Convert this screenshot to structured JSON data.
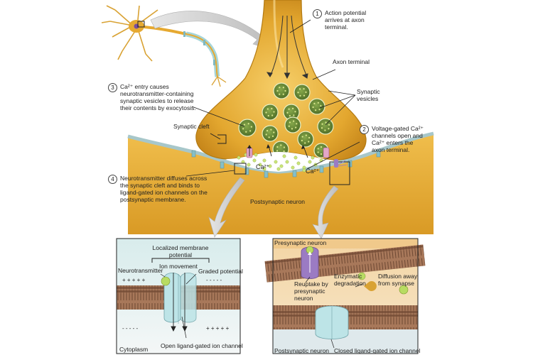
{
  "step1": {
    "number": "1",
    "lines": [
      "Action potential",
      "arrives at axon",
      "terminal."
    ]
  },
  "axon_terminal": "Axon terminal",
  "synaptic_vesicles": {
    "lines": [
      "Synaptic",
      "vesicles"
    ]
  },
  "step2": {
    "number": "2",
    "lines": [
      "Voltage-gated Ca²⁺",
      "channels open and",
      "Ca²⁺ enters the",
      "axon terminal."
    ]
  },
  "step3": {
    "number": "3",
    "lines": [
      "Ca²⁺ entry causes",
      "neurotransmitter-containing",
      "synaptic vesicles to release",
      "their contents by exocytosis."
    ]
  },
  "synaptic_cleft": "Synaptic cleft",
  "step4": {
    "number": "4",
    "lines": [
      "Neurotransmitter diffuses across",
      "the synaptic cleft and binds to",
      "ligand-gated ion channels on the",
      "postsynaptic membrane."
    ]
  },
  "ca_left": "Ca²⁺",
  "ca_right": "Ca²⁺",
  "postsynaptic_neuron": "Postsynaptic neuron",
  "left_panel": {
    "localized": [
      "Localized membrane",
      "potential"
    ],
    "ion_movement": "Ion movement",
    "neurotransmitter": "Neurotransmitter",
    "graded_potential": "Graded potential",
    "open_channel": "Open ligand-gated ion channel",
    "cytoplasm": "Cytoplasm",
    "plus_top": "+ + + + +",
    "minus_top": "- - - - -",
    "plus_right": "+ + + + +",
    "minus_bottom": "- - - - -",
    "plus_bottom": "+ + + + +",
    "minus_right": "- - - - -"
  },
  "right_panel": {
    "presynaptic": "Presynaptic neuron",
    "reuptake": [
      "Reuptake by",
      "presynaptic",
      "neuron"
    ],
    "enzymatic": [
      "Enzymatic",
      "degradation"
    ],
    "diffusion": [
      "Diffusion away",
      "from synapse"
    ],
    "postsynaptic": "Postsynaptic neuron",
    "closed_channel": "Closed ligand-gated ion channel"
  },
  "colors": {
    "neuron": "#e3a72f",
    "neuron_dark": "#b37a12",
    "vesicle": "#6e8f3a",
    "vesicle_dot": "#d8e88a",
    "membrane": "#8a5f43",
    "channel": "#bde4e7",
    "purple": "#9b7bc3"
  }
}
